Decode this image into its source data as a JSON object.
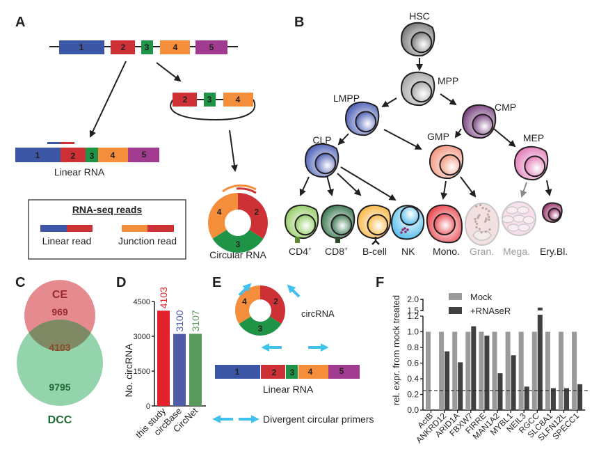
{
  "colors": {
    "exon1": "#3a56a5",
    "exon2": "#cd3136",
    "exon3": "#1f9447",
    "exon4": "#f48e3a",
    "exon5": "#a03b8f",
    "primer": "#42c0ee",
    "ce": "#e0777c",
    "dcc": "#79c999",
    "mock": "#9a9a9a",
    "rnaser": "#404040"
  },
  "panelA": {
    "label": "A",
    "exons": [
      "1",
      "2",
      "3",
      "4",
      "5"
    ],
    "circ_exons": [
      "2",
      "3",
      "4"
    ],
    "linear_rna_label": "Linear RNA",
    "circular_rna_label": "Circular RNA",
    "legend": {
      "title": "RNA-seq reads",
      "linear_read": "Linear read",
      "junction_read": "Junction read"
    }
  },
  "panelB": {
    "label": "B",
    "nodes": {
      "hsc": "HSC",
      "mpp": "MPP",
      "lmpp": "LMPP",
      "cmp": "CMP",
      "clp": "CLP",
      "gmp": "GMP",
      "mep": "MEP"
    },
    "terminal": [
      {
        "label": "CD4",
        "sup": "+"
      },
      {
        "label": "CD8",
        "sup": "+"
      },
      {
        "label": "B-cell",
        "sup": ""
      },
      {
        "label": "NK",
        "sup": ""
      },
      {
        "label": "Mono.",
        "sup": ""
      },
      {
        "label": "Gran.",
        "sup": ""
      },
      {
        "label": "Mega.",
        "sup": ""
      },
      {
        "label": "Ery.Bl.",
        "sup": ""
      }
    ]
  },
  "panelC": {
    "label": "C",
    "set_a": "CE",
    "set_b": "DCC",
    "only_a": "969",
    "both": "4103",
    "only_b": "9795"
  },
  "panelE": {
    "label": "E",
    "circ_label": "circRNA",
    "circ_exons": [
      "2",
      "3",
      "4"
    ],
    "exons": [
      "1",
      "2",
      "3",
      "4",
      "5"
    ],
    "linear_label": "Linear RNA",
    "legend_label": "Divergent circular primers"
  },
  "chart_data": [
    {
      "panel": "D",
      "type": "bar",
      "title": "",
      "xlabel": "",
      "ylabel": "No. circRNA",
      "categories": [
        "this study",
        "circBase",
        "CircNet"
      ],
      "values": [
        4103,
        3100,
        3107
      ],
      "bar_colors": [
        "#e2232b",
        "#4f5ca8",
        "#5a9a5c"
      ],
      "data_labels": [
        "4103",
        "3100",
        "3107"
      ],
      "ylim": [
        0,
        4500
      ],
      "yticks": [
        0,
        1500,
        3000,
        4500
      ],
      "grid": false
    },
    {
      "panel": "F",
      "type": "bar",
      "title": "",
      "xlabel": "",
      "ylabel": "rel. expr. from mock treated",
      "categories": [
        "ActB",
        "ANKRD12",
        "ARID1A",
        "FBXW7",
        "FIRRE",
        "MAN1A2",
        "MYBL1",
        "NEIL3",
        "RGCC",
        "SLC8A1",
        "SLFN12L",
        "SPECC1"
      ],
      "series": [
        {
          "name": "Mock",
          "values": [
            1.0,
            1.0,
            1.0,
            1.0,
            1.0,
            1.0,
            1.0,
            1.0,
            1.0,
            1.0,
            1.0,
            1.0
          ]
        },
        {
          "name": "+RNAseR",
          "values": [
            0.0,
            0.75,
            0.61,
            1.07,
            0.95,
            0.47,
            0.7,
            0.3,
            1.6,
            0.28,
            0.28,
            0.33
          ]
        }
      ],
      "ylim": [
        0,
        2.0
      ],
      "yticks": [
        "0.0",
        "0.2",
        "0.4",
        "0.6",
        "0.8",
        "1.0",
        "1.2",
        "1.5",
        "2.0"
      ],
      "axis_break": [
        1.2,
        1.5
      ],
      "reference_line": 0.25,
      "legend": "top",
      "grid": false
    }
  ]
}
